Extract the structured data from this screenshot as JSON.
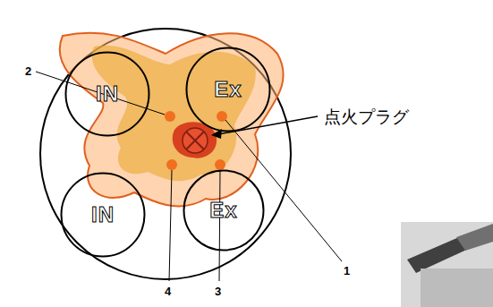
{
  "diagram": {
    "nodes": [
      {
        "text": [
          "IN"
        ]
      },
      {
        "text": [
          "Ex"
        ]
      },
      {
        "text": [
          "IN"
        ]
      },
      {
        "text": [
          "Ex"
        ]
      }
    ],
    "labels": [
      "2",
      "点火プラグ",
      "1",
      "4",
      "3"
    ]
  }
}
